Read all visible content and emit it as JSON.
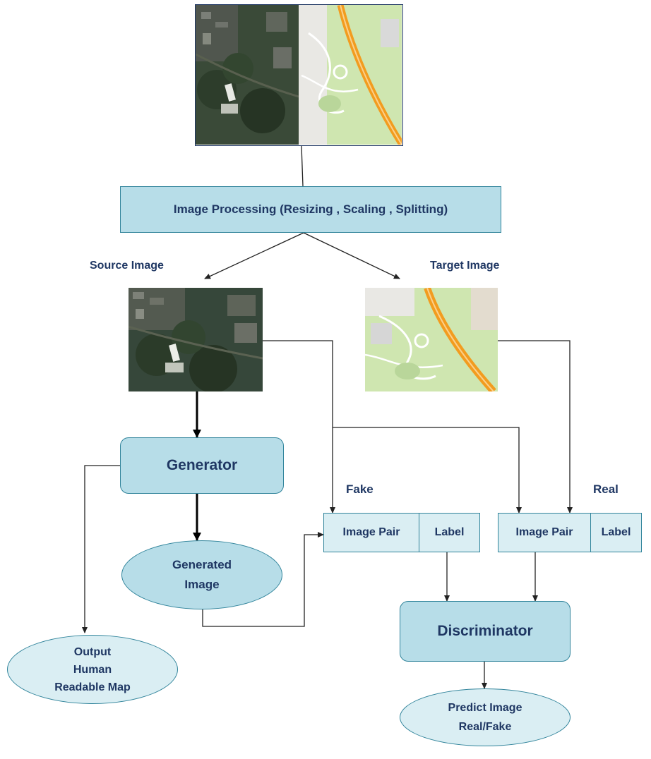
{
  "diagram": {
    "processing_box": "Image Processing (Resizing , Scaling , Splitting)",
    "source_label": "Source Image",
    "target_label": "Target Image",
    "generator": "Generator",
    "generated_image": [
      "Generated",
      "Image"
    ],
    "output_map": [
      "Output",
      "Human",
      "Readable Map"
    ],
    "fake_label": "Fake",
    "real_label": "Real",
    "fake_pair": {
      "pair": "Image Pair",
      "label": "Label"
    },
    "real_pair": {
      "pair": "Image Pair",
      "label": "Label"
    },
    "discriminator": "Discriminator",
    "prediction": [
      "Predict Image",
      "Real/Fake"
    ]
  },
  "colors": {
    "box_fill": "#b7dde8",
    "box_fill_light": "#daeef3",
    "border": "#31849b",
    "text": "#1f3763",
    "map_road": "#f29c1f",
    "map_park": "#cfe6b0"
  }
}
